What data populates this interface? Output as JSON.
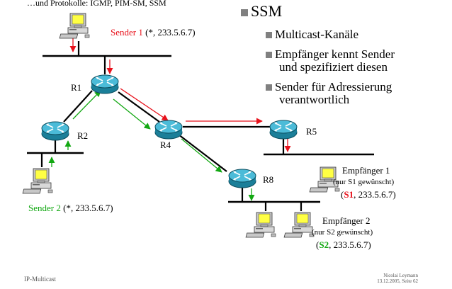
{
  "header_partial": "…und Protokolle: IGMP, PIM-SM, SSM",
  "sender1": {
    "name": "Sender 1",
    "channel": "(*, 233.5.6.7)"
  },
  "sender2": {
    "name": "Sender 2",
    "channel": "(*, 233.5.6.7)"
  },
  "routers": [
    "R1",
    "R2",
    "R4",
    "R5",
    "R8"
  ],
  "receiver1": {
    "name": "Empfänger 1",
    "note": "(nur S1 gewünscht)",
    "source": "S1",
    "group": ", 233.5.6.7)"
  },
  "receiver2": {
    "name": "Empfänger 2",
    "note": "(nur S2 gewünscht)",
    "source": "S2",
    "group": ", 233.5.6.7)"
  },
  "ssm": {
    "title": "SSM",
    "bullets": [
      "Multicast-Kanäle",
      "Empfänger kennt Sender",
      "und spezifiziert diesen",
      "Sender für Adressierung",
      "verantwortlich"
    ]
  },
  "footer": {
    "left": "IP-Multicast",
    "author": "Nicolai Leymann",
    "date_page": "13.12.2005, Seite 62"
  },
  "colors": {
    "red": "#e8111b",
    "green": "#12a812",
    "router": "#2b9fbf"
  },
  "icons": [
    "router-icon",
    "computer-icon"
  ]
}
